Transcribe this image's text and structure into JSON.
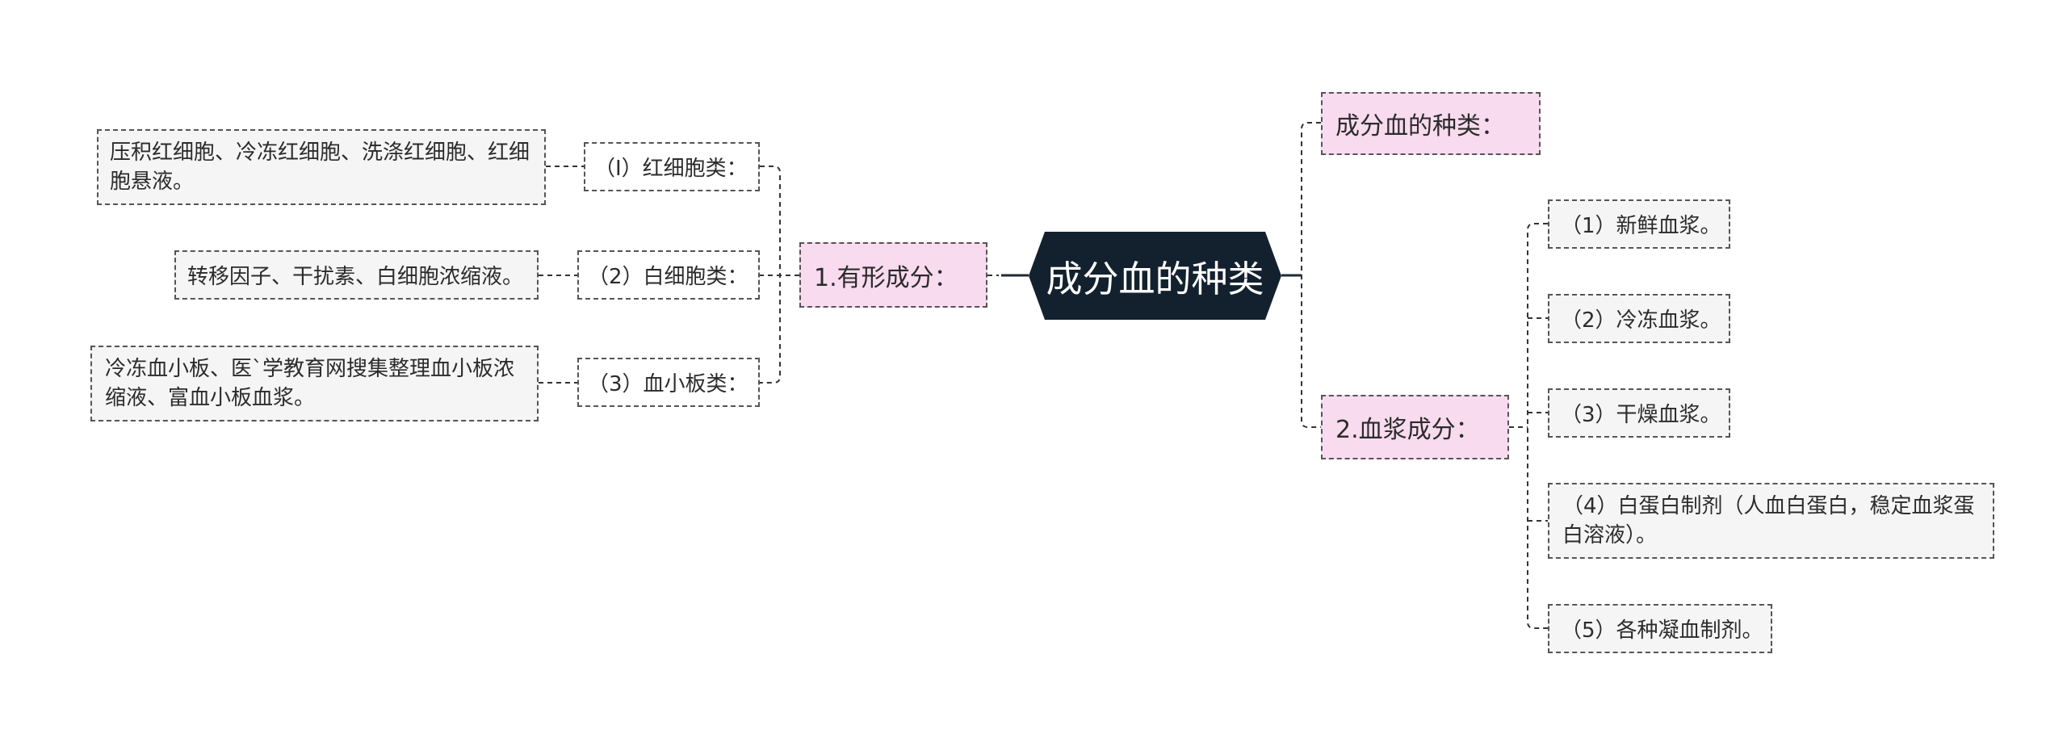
{
  "mindmap": {
    "root": {
      "label": "成分血的种类"
    },
    "left_branch": {
      "label": "1.有形成分：",
      "groups": [
        {
          "label": "（I）红细胞类：",
          "detail": "压积红细胞、冷冻红细胞、洗涤红细胞、红细胞悬液。"
        },
        {
          "label": "（2）白细胞类：",
          "detail": "转移因子、干扰素、白细胞浓缩液。"
        },
        {
          "label": "（3）血小板类：",
          "detail": "冷冻血小板、医`学教育网搜集整理血小板浓缩液、富血小板血浆。"
        }
      ]
    },
    "right_branches": [
      {
        "label": "成分血的种类："
      },
      {
        "label": "2.血浆成分：",
        "items": [
          "（1）新鲜血浆。",
          "（2）冷冻血浆。",
          "（3）干燥血浆。",
          "（4）白蛋白制剂（人血白蛋白，稳定血浆蛋白溶液）。",
          "（5）各种凝血制剂。"
        ]
      }
    ]
  },
  "colors": {
    "root_fill": "#13212f",
    "branch_fill": "#f8dbef",
    "subtopic_fill": "#ffffff",
    "leaf_fill": "#f5f5f5",
    "border": "#555555",
    "text": "#2b2b2b"
  }
}
